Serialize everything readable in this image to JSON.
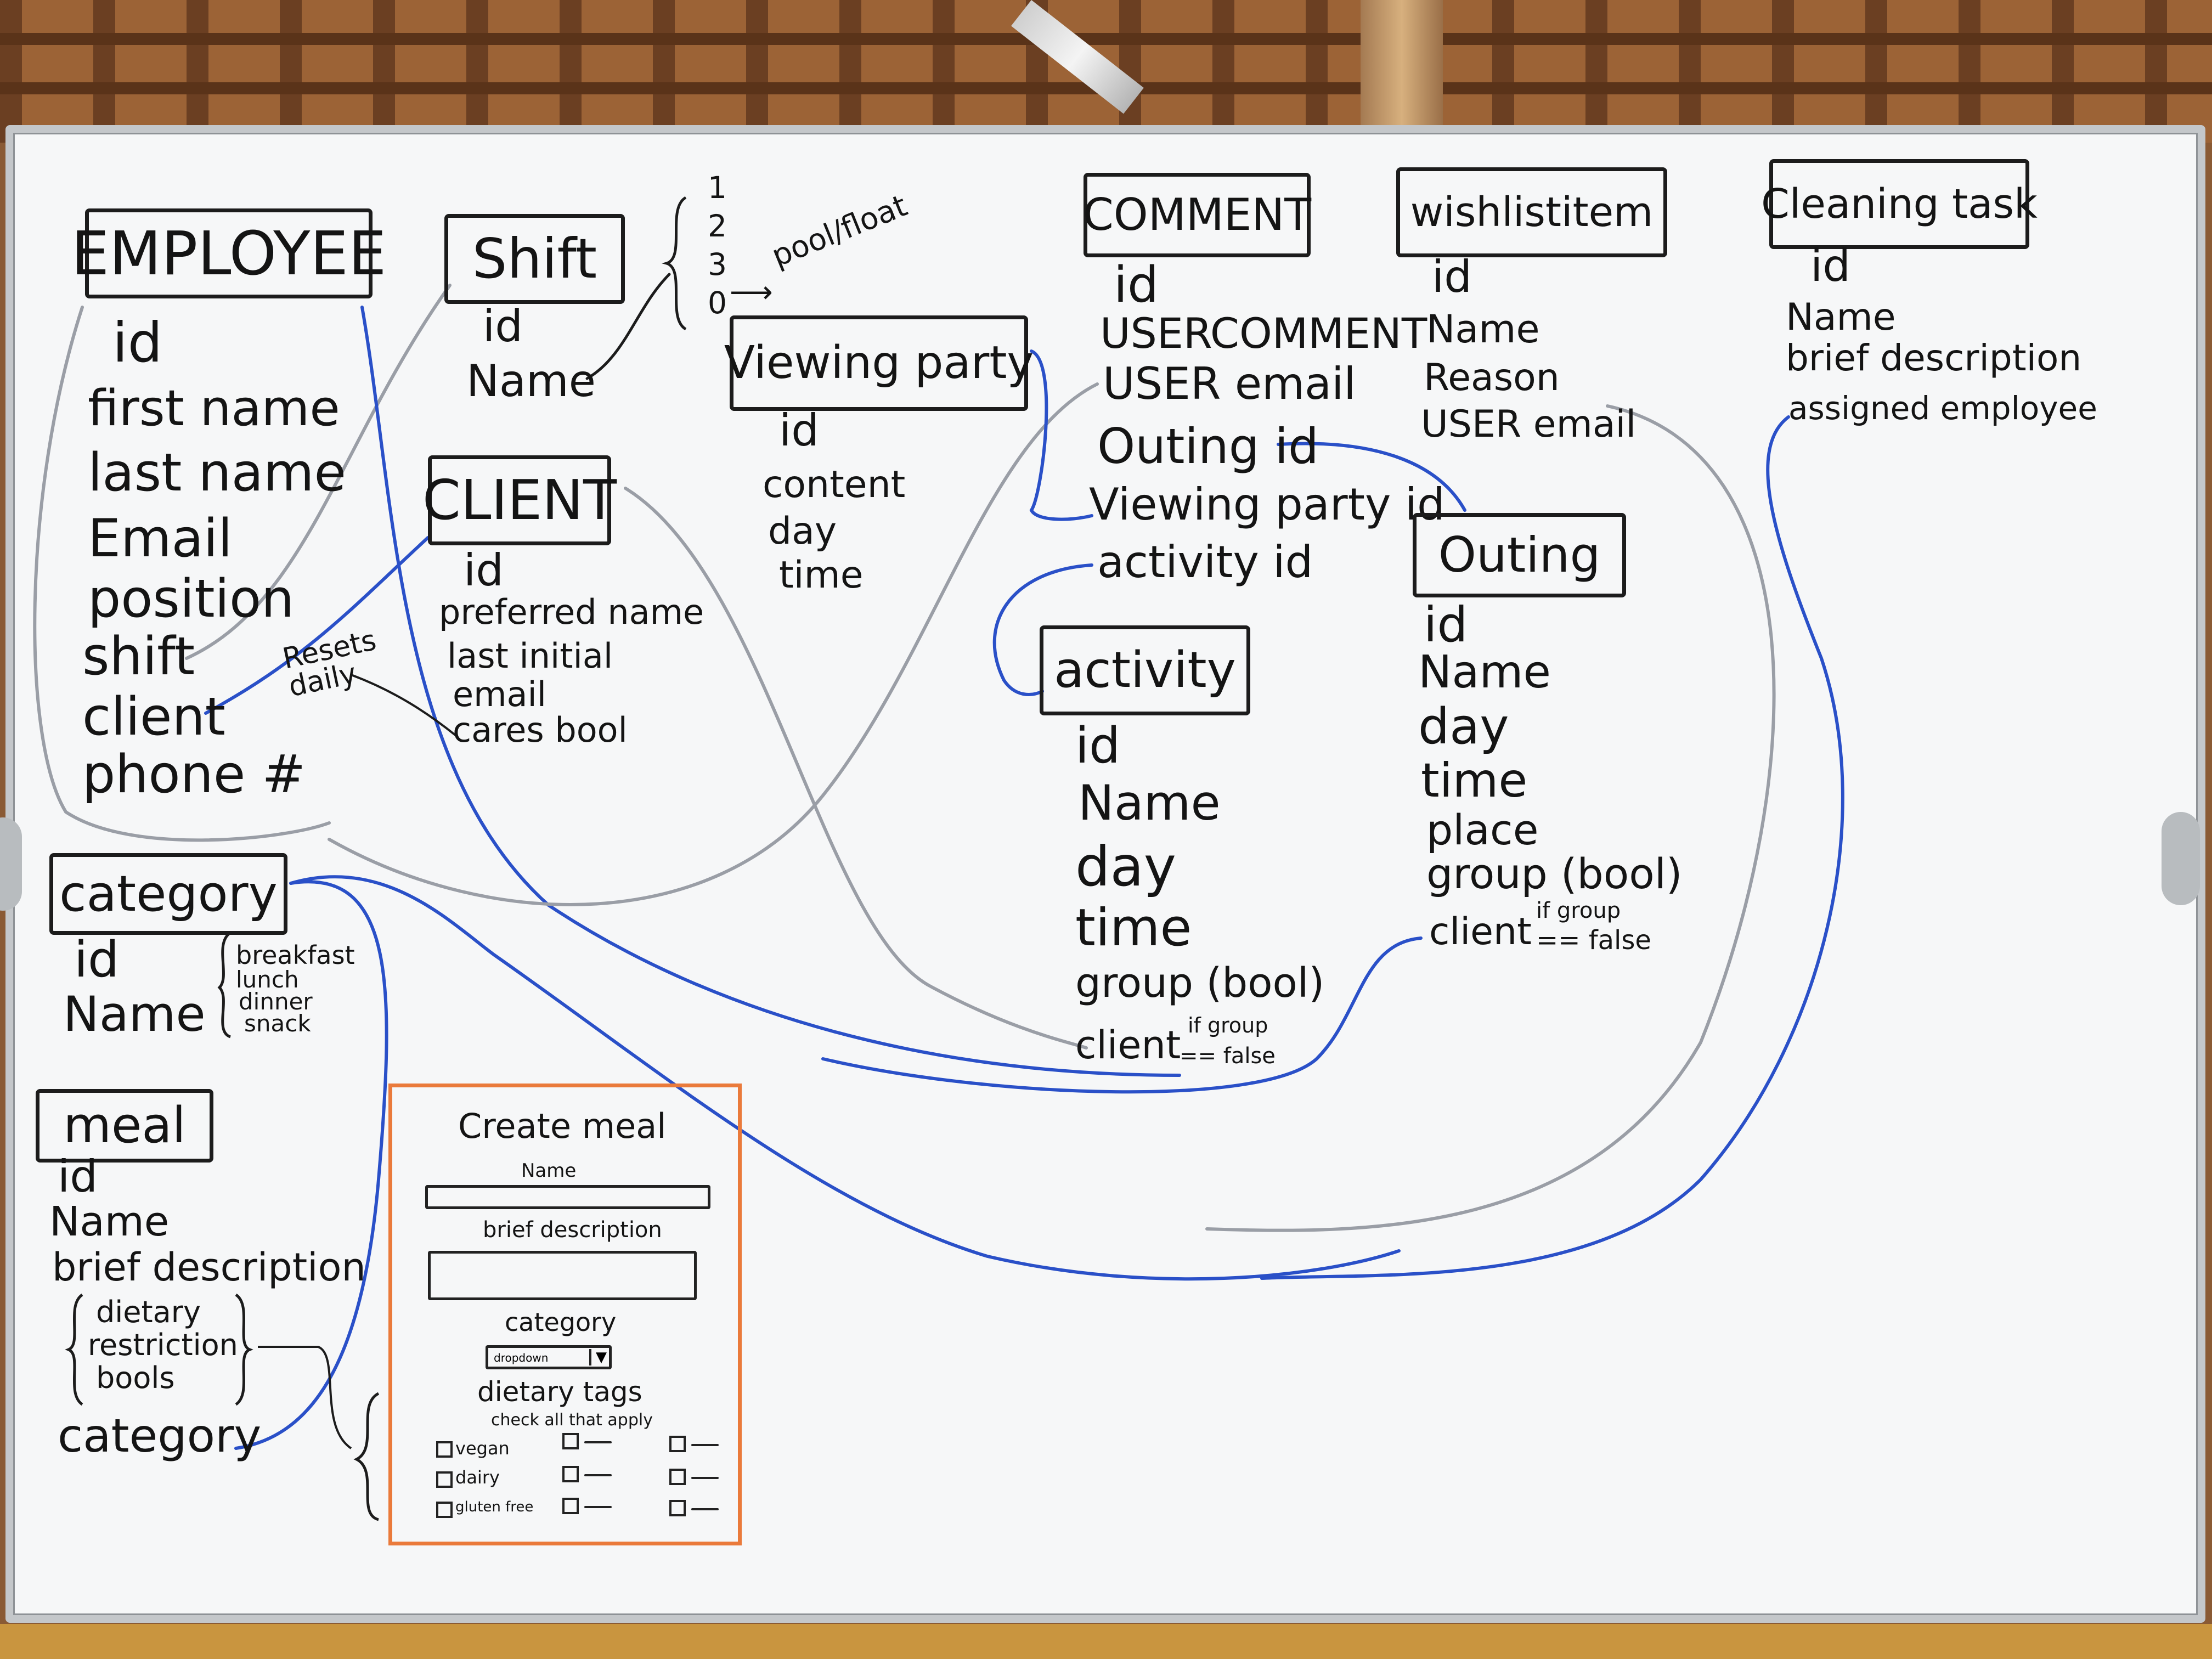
{
  "colors": {
    "ink": "#141414",
    "blue_marker": "#2a50c8",
    "gray_marker": "#9a9ea6",
    "orange_marker": "#ea7a3b",
    "board": "#f6f7f8"
  },
  "entities": {
    "employee": {
      "title": "EMPLOYEE",
      "fields": [
        "id",
        "first name",
        "last name",
        "Email",
        "position",
        "shift",
        "client",
        "phone #"
      ]
    },
    "shift": {
      "title": "Shift",
      "fields": [
        "id",
        "Name"
      ],
      "values": [
        "1",
        "2",
        "3",
        "0",
        "pool/float"
      ]
    },
    "client": {
      "title": "CLIENT",
      "fields": [
        "id",
        "preferred name",
        "last initial",
        "email",
        "cares bool"
      ],
      "note": "Resets daily"
    },
    "viewing_party": {
      "title": "Viewing party",
      "fields": [
        "id",
        "content",
        "day",
        "time"
      ]
    },
    "comment": {
      "title": "COMMENT",
      "fields": [
        "id",
        "USERCOMMENT",
        "USER email",
        "Outing id",
        "Viewing party id",
        "activity id"
      ]
    },
    "wishlist_item": {
      "title": "wishlistitem",
      "fields": [
        "id",
        "Name",
        "Reason",
        "USER email"
      ]
    },
    "cleaning_task": {
      "title": "Cleaning task",
      "fields": [
        "id",
        "Name",
        "brief description",
        "assigned employee"
      ]
    },
    "outing": {
      "title": "Outing",
      "fields": [
        "id",
        "Name",
        "day",
        "time",
        "place",
        "group (bool)",
        "client"
      ],
      "client_note": [
        "if group",
        "== false"
      ]
    },
    "activity": {
      "title": "activity",
      "fields": [
        "id",
        "Name",
        "day",
        "time",
        "group (bool)",
        "client"
      ],
      "client_note": [
        "if group",
        "== false"
      ]
    },
    "category": {
      "title": "category",
      "fields": [
        "id",
        "Name"
      ],
      "values": [
        "breakfast",
        "lunch",
        "dinner",
        "snack"
      ]
    },
    "meal": {
      "title": "meal",
      "fields": [
        "id",
        "Name",
        "brief description",
        "dietary",
        "restriction",
        "bools",
        "category"
      ]
    }
  },
  "form": {
    "title": "Create meal",
    "name_label": "Name",
    "description_label": "brief description",
    "category_label": "category",
    "dropdown_text": "dropdown",
    "dropdown_arrow": "▼",
    "tags_label": "dietary tags",
    "tags_hint": "check all that apply",
    "tags": [
      "vegan",
      "dairy",
      "gluten free"
    ]
  }
}
